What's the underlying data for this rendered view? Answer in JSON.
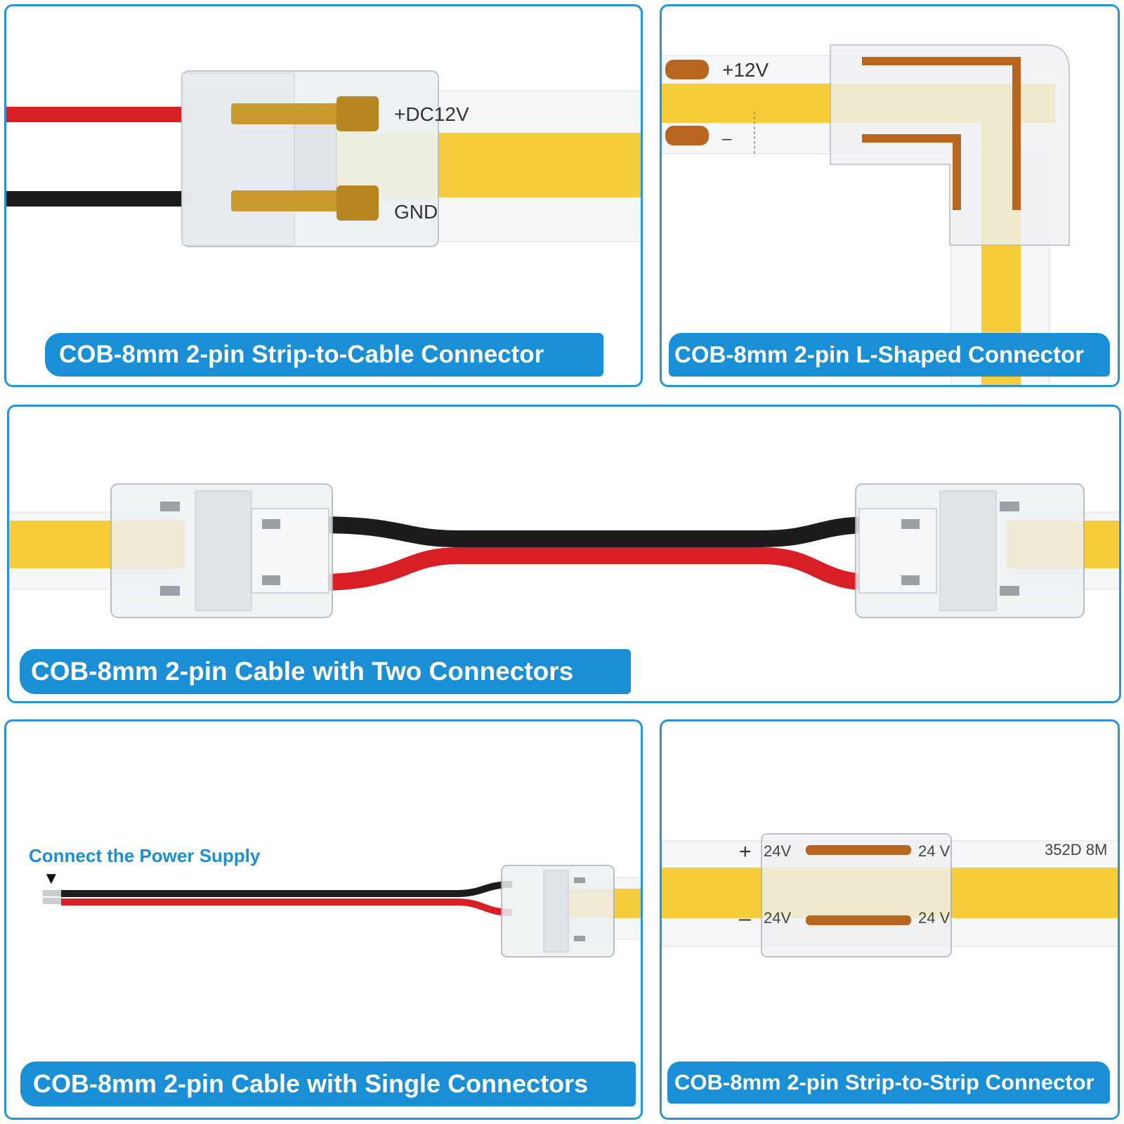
{
  "colors": {
    "panel_border": "#2a93d5",
    "caption_bg": "#1a8fd6",
    "caption_text": "#ffffff",
    "strip_yellow": "#f7cc3b",
    "wire_red": "#d81f26",
    "wire_black": "#1c1c1c",
    "contact_gold": "#c99a2e"
  },
  "panels": {
    "strip_to_cable": {
      "caption": "COB-8mm 2-pin Strip-to-Cable Connector",
      "label_positive": "+DC12V",
      "label_ground": "GND"
    },
    "l_shaped": {
      "caption": "COB-8mm 2-pin L-Shaped Connector",
      "label_positive": "+12V",
      "label_negative": "–"
    },
    "two_connectors": {
      "caption": "COB-8mm 2-pin Cable with Two Connectors"
    },
    "single_connector": {
      "caption": "COB-8mm 2-pin Cable with Single Connectors",
      "power_label": "Connect the Power Supply",
      "arrow_glyph": "▼"
    },
    "strip_to_strip": {
      "caption": "COB-8mm 2-pin Strip-to-Strip Connector",
      "plus_sign": "+",
      "minus_sign": "–",
      "label_24v_top_left": "24V",
      "label_24v_top_right": "24 V",
      "label_24v_bottom_left": "24V",
      "label_24v_bottom_right": "24 V",
      "strip_print": "352D  8M"
    }
  }
}
